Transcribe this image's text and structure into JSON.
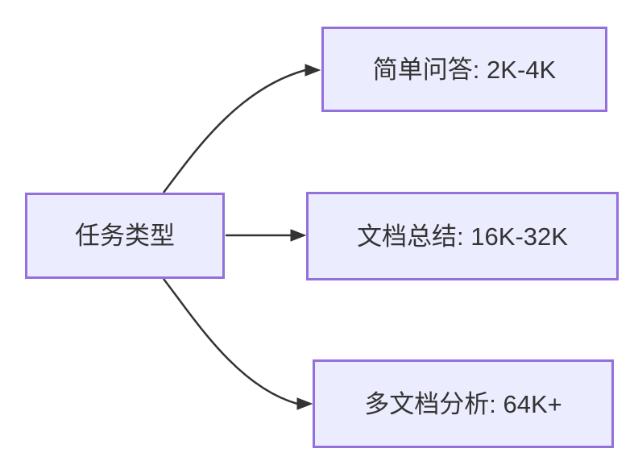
{
  "diagram": {
    "type": "flowchart",
    "direction": "left-to-right",
    "root_node": {
      "label": "任务类型"
    },
    "child_nodes": [
      {
        "label": "简单问答: 2K-4K"
      },
      {
        "label": "文档总结: 16K-32K"
      },
      {
        "label": "多文档分析: 64K+"
      }
    ],
    "edges": [
      {
        "from": "任务类型",
        "to": "简单问答: 2K-4K"
      },
      {
        "from": "任务类型",
        "to": "文档总结: 16K-32K"
      },
      {
        "from": "任务类型",
        "to": "多文档分析: 64K+"
      }
    ],
    "colors": {
      "node_fill": "#ECECFF",
      "node_border": "#9370DB",
      "edge": "#333333",
      "text": "#333333",
      "background": "#FFFFFF"
    }
  }
}
